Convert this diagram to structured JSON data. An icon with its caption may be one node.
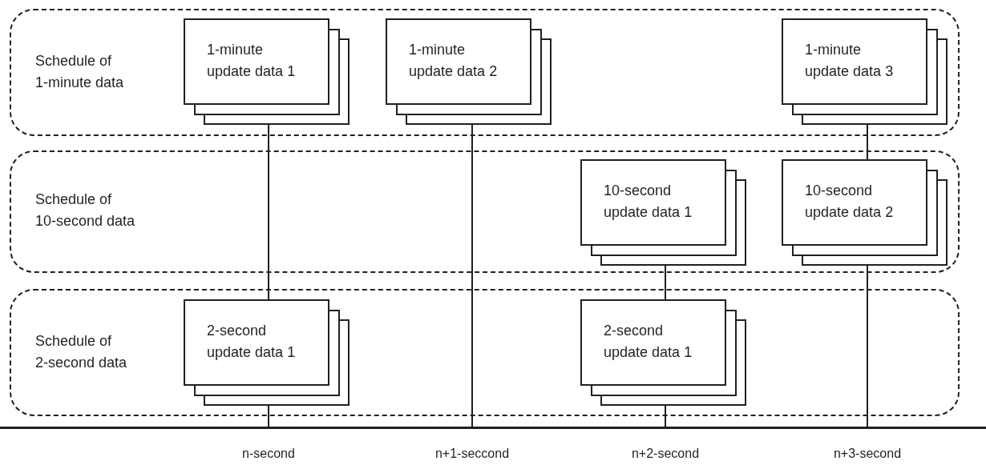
{
  "diagram": {
    "nodes": [
      {
        "text": [
          "Schedule of 1-minute data"
        ]
      },
      {
        "text": [
          "1-minute update data 1"
        ],
        "in": 0
      },
      {
        "text": [
          "1-minute update data 2"
        ],
        "in": 0
      },
      {
        "text": [
          "1-minute update data 3"
        ],
        "in": 0
      },
      {
        "text": [
          "Schedule of 10-second data"
        ]
      },
      {
        "text": [
          "10-second update data 1"
        ],
        "in": 4
      },
      {
        "text": [
          "10-second update data 2"
        ],
        "in": 4
      },
      {
        "text": [
          "Schedule of 2-second data"
        ]
      },
      {
        "text": [
          "2-second update data 1"
        ],
        "in": 7
      },
      {
        "text": [
          "2-second update data 1"
        ],
        "in": 7
      },
      {
        "text": [],
        "shape": "bar"
      }
    ],
    "edges": [
      {
        "from": 1,
        "to": 8,
        "arrow": "none"
      },
      {
        "from": 8,
        "to": 10,
        "arrow": "none"
      },
      {
        "from": 2,
        "to": 10,
        "arrow": "none"
      },
      {
        "from": 5,
        "to": 9,
        "arrow": "none"
      },
      {
        "from": 9,
        "to": 10,
        "arrow": "none"
      },
      {
        "from": 3,
        "to": 6,
        "arrow": "none"
      },
      {
        "from": 6,
        "to": 10,
        "arrow": "none"
      }
    ],
    "labels": [
      "n-second",
      "n+1-seccond",
      "n+2-second",
      "n+3-second"
    ]
  }
}
